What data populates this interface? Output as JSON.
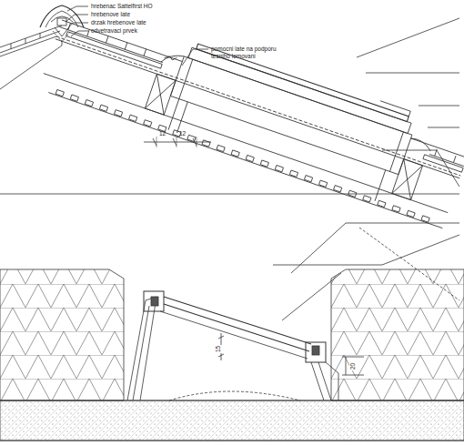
{
  "diagram": {
    "labels": [
      "hrebenac Sattelfirst HO",
      "hrebenove late",
      "drzak hrebenove late",
      "odvetravaci prvek",
      "pomocni late na podporu tesniho lemovani",
      "12",
      "12",
      "15",
      "20"
    ]
  }
}
